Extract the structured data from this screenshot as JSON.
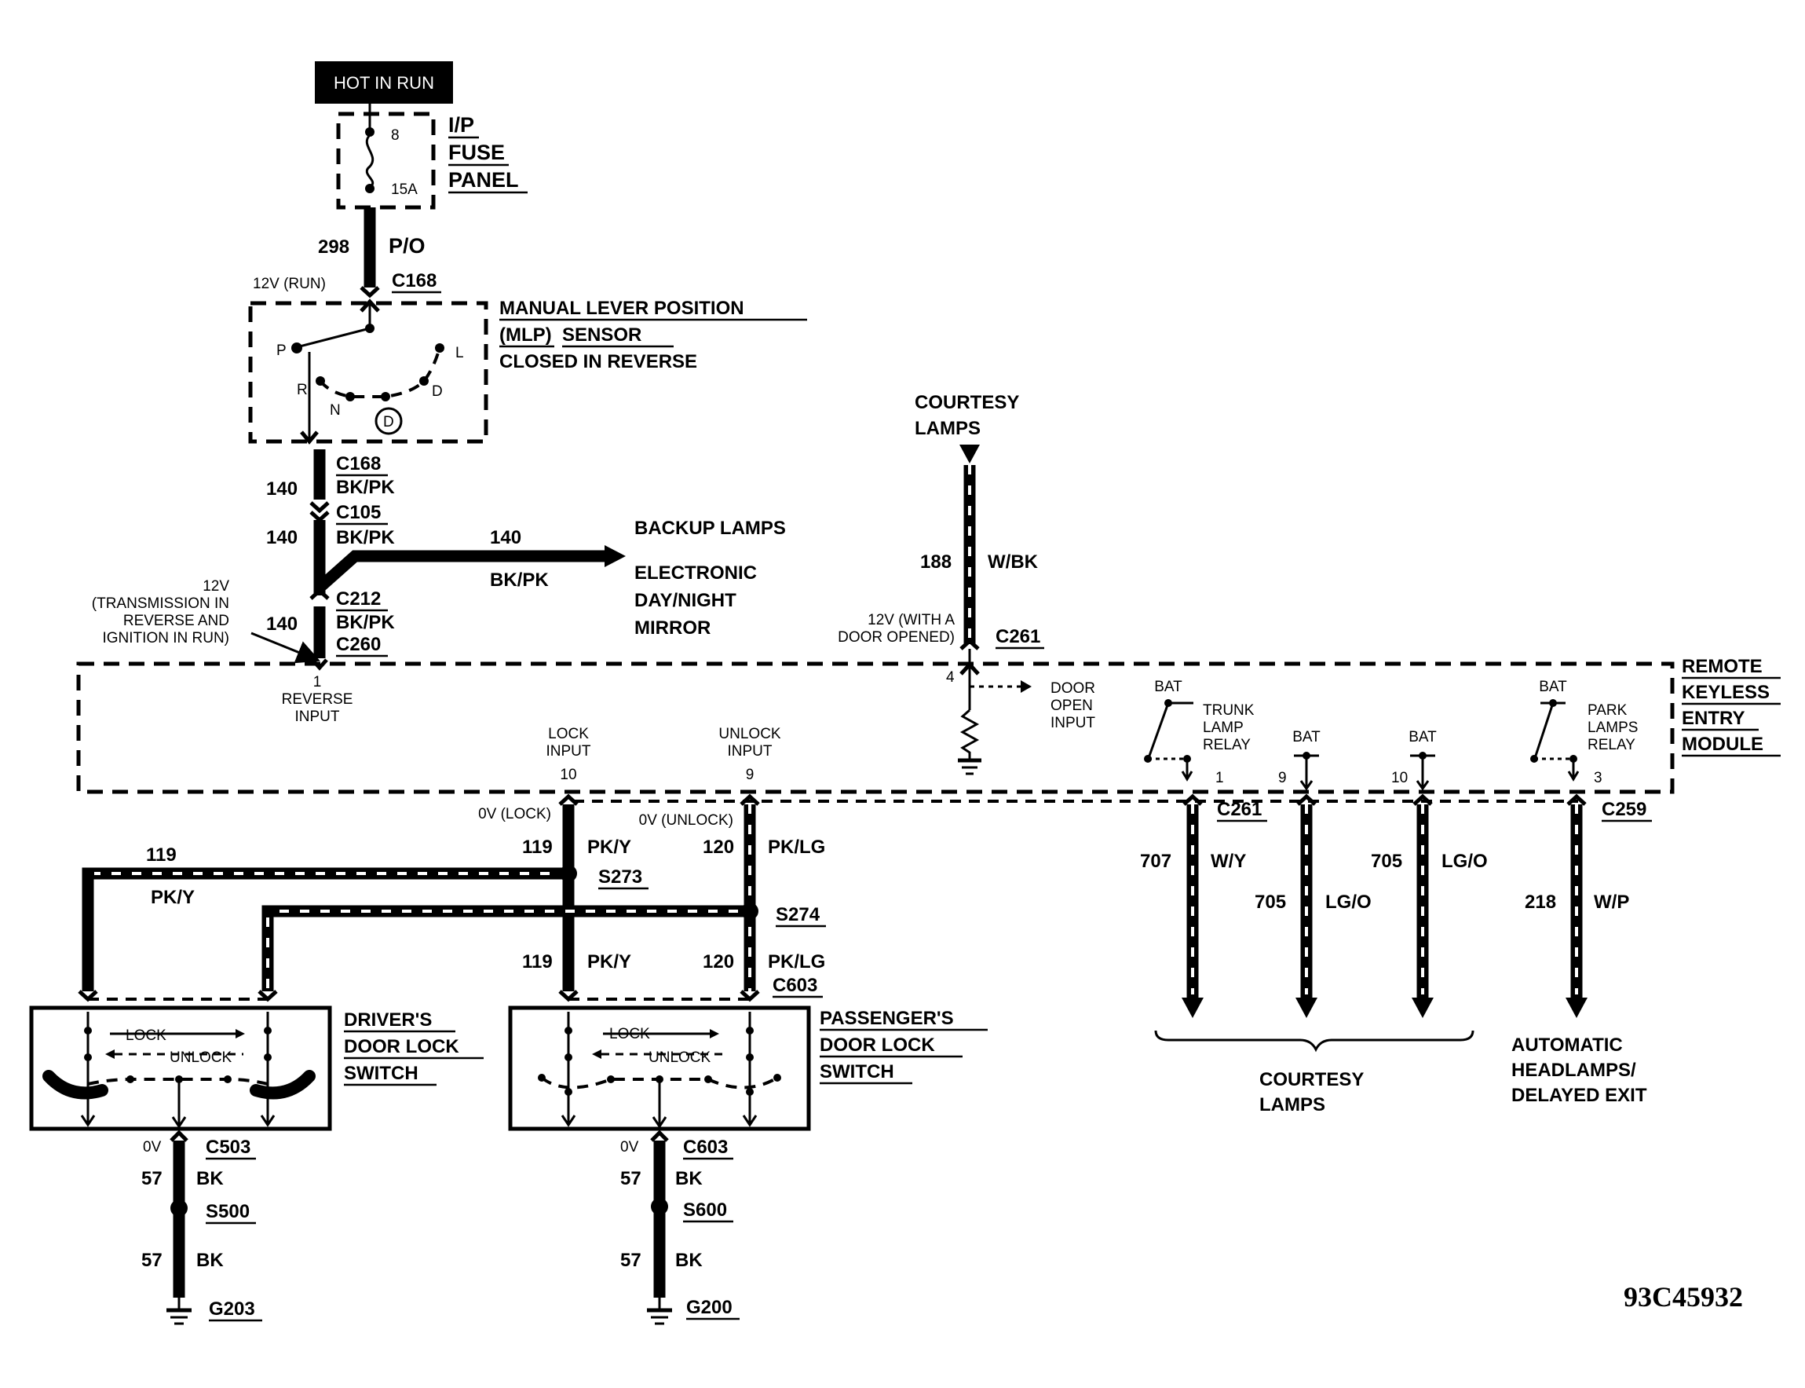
{
  "ref_code": "93C45932",
  "power": {
    "hot_in_run": "HOT IN RUN",
    "fuse_panel": [
      "I/P",
      "FUSE",
      "PANEL"
    ],
    "fuse_pin": "8",
    "fuse_rating": "15A"
  },
  "circuit_298": {
    "num": "298",
    "color": "P/O",
    "voltage": "12V (RUN)",
    "connector": "C168"
  },
  "mlp": {
    "title_1": "MANUAL LEVER POSITION",
    "title_2a": "(MLP)",
    "title_2b": "SENSOR",
    "title_3": "CLOSED IN REVERSE",
    "pos_p": "P",
    "pos_r": "R",
    "pos_n": "N",
    "pos_d": "D",
    "pos_l": "L",
    "pos_od": "D"
  },
  "circuit_140": {
    "num": "140",
    "color": "BK/PK",
    "c_168": "C168",
    "c_105": "C105",
    "c_212": "C212",
    "c_260": "C260",
    "branch_num": "140",
    "branch_color": "BK/PK",
    "backup_lamps": "BACKUP LAMPS",
    "mirror": [
      "ELECTRONIC",
      "DAY/NIGHT",
      "MIRROR"
    ],
    "note": [
      "12V",
      "(TRANSMISSION IN",
      "REVERSE AND",
      "IGNITION IN RUN)"
    ]
  },
  "courtesy_top": {
    "label": [
      "COURTESY",
      "LAMPS"
    ],
    "num": "188",
    "color": "W/BK",
    "note": [
      "12V (WITH A",
      "DOOR OPENED)"
    ],
    "connector": "C261"
  },
  "module": {
    "title": [
      "REMOTE",
      "KEYLESS",
      "ENTRY",
      "MODULE"
    ],
    "reverse_pin": "1",
    "reverse_input": [
      "REVERSE",
      "INPUT"
    ],
    "lock_input": [
      "LOCK",
      "INPUT"
    ],
    "lock_pin": "10",
    "unlock_input": [
      "UNLOCK",
      "INPUT"
    ],
    "unlock_pin": "9",
    "door_pin": "4",
    "door_open": [
      "DOOR",
      "OPEN",
      "INPUT"
    ],
    "bat": "BAT",
    "trunk_relay": [
      "TRUNK",
      "LAMP",
      "RELAY"
    ],
    "park_relay": [
      "PARK",
      "LAMPS",
      "RELAY"
    ],
    "out_pins": [
      "1",
      "9",
      "10",
      "3"
    ]
  },
  "lock_circuits": {
    "lock_v": "0V (LOCK)",
    "unlock_v": "0V (UNLOCK)",
    "n119": "119",
    "c119": "PK/Y",
    "n120": "120",
    "c120": "PK/LG",
    "s273": "S273",
    "s274": "S274",
    "c603": "C603"
  },
  "outputs": {
    "c261": "C261",
    "c259": "C259",
    "w707": {
      "num": "707",
      "color": "W/Y"
    },
    "w705a": {
      "num": "705",
      "color": "LG/O"
    },
    "w705b": {
      "num": "705",
      "color": "LG/O"
    },
    "w218": {
      "num": "218",
      "color": "W/P"
    },
    "courtesy": [
      "COURTESY",
      "LAMPS"
    ],
    "auto_headlamps": [
      "AUTOMATIC",
      "HEADLAMPS/",
      "DELAYED EXIT"
    ]
  },
  "driver": {
    "title": [
      "DRIVER'S",
      "DOOR LOCK",
      "SWITCH"
    ],
    "lock": "LOCK",
    "unlock": "UNLOCK",
    "ov": "0V",
    "conn": "C503",
    "n57": "57",
    "bk": "BK",
    "splice": "S500",
    "ground": "G203"
  },
  "passenger": {
    "title": [
      "PASSENGER'S",
      "DOOR LOCK",
      "SWITCH"
    ],
    "lock": "LOCK",
    "unlock": "UNLOCK",
    "ov": "0V",
    "conn": "C603",
    "n57": "57",
    "bk": "BK",
    "splice": "S600",
    "ground": "G200"
  }
}
